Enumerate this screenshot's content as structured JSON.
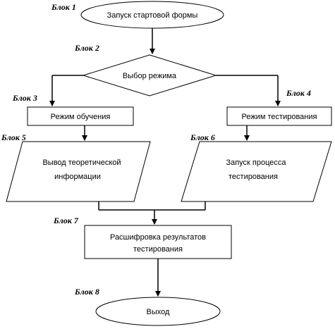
{
  "blocks": {
    "b1": {
      "label": "Блок 1",
      "text": "Запуск стартовой формы"
    },
    "b2": {
      "label": "Блок 2",
      "text": "Выбор режима"
    },
    "b3": {
      "label": "Блок 3",
      "text": "Режим обучения"
    },
    "b4": {
      "label": "Блок 4",
      "text": "Режим тестирования"
    },
    "b5": {
      "label": "Блок 5",
      "text_line1": "Вывод теоретической",
      "text_line2": "информации"
    },
    "b6": {
      "label": "Блок 6",
      "text_line1": "Запуск процесса",
      "text_line2": "тестирования"
    },
    "b7": {
      "label": "Блок 7",
      "text_line1": "Расшифровка результатов",
      "text_line2": "тестирования"
    },
    "b8": {
      "label": "Блок 8",
      "text": "Выход"
    }
  }
}
